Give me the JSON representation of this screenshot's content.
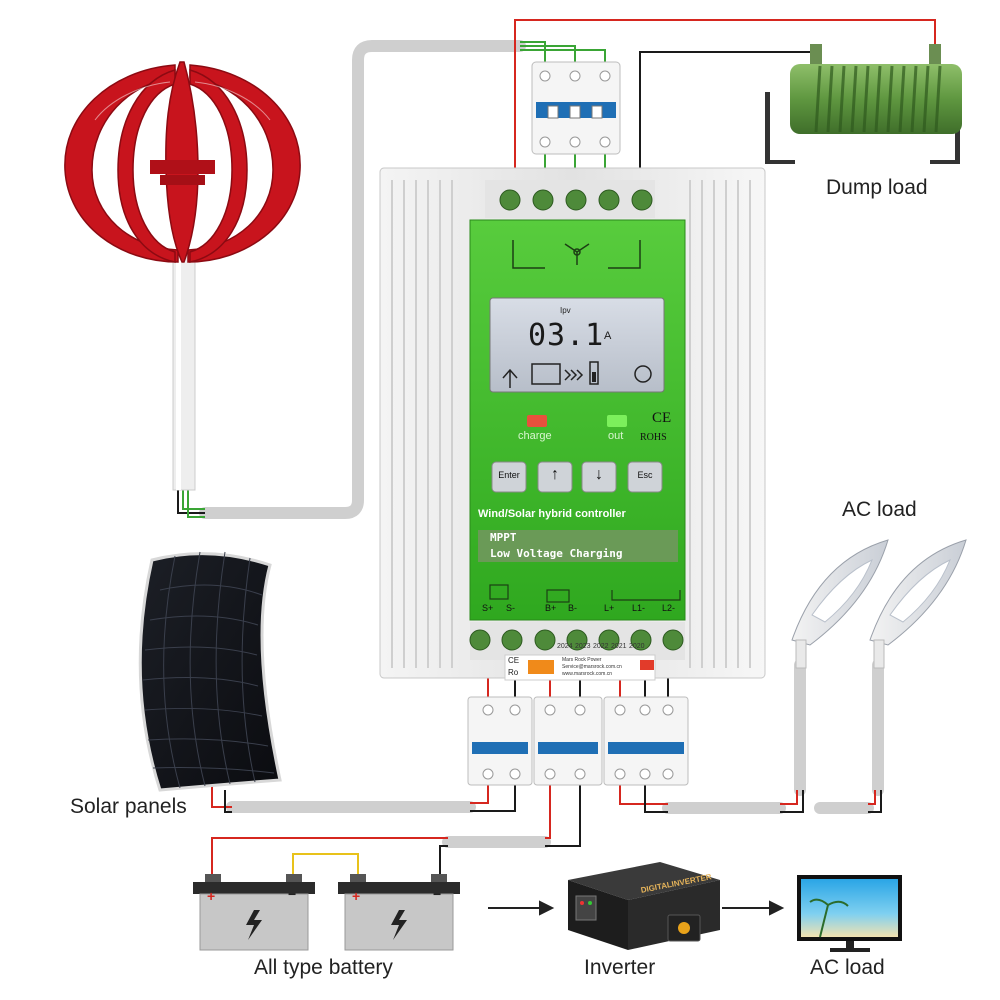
{
  "labels": {
    "dump_load": "Dump load",
    "ac_load_top": "AC load",
    "solar_panels": "Solar panels",
    "battery": "All type battery",
    "inverter": "Inverter",
    "ac_load_bottom": "AC load"
  },
  "controller": {
    "display_value": "03.1",
    "display_unit": "A",
    "display_sub": "Ipv",
    "led_charge": "charge",
    "led_out": "out",
    "ce": "CE",
    "rohs": "ROHS",
    "buttons": [
      "Enter",
      "↑",
      "↓",
      "Esc"
    ],
    "title": "Wind/Solar hybrid controller",
    "feature1": "MPPT",
    "feature2": "Low Voltage Charging",
    "terminals": [
      "S+",
      "S-",
      "B+",
      "B-",
      "L+",
      "L1-",
      "L2-"
    ],
    "years": [
      "2020",
      "2021",
      "2022",
      "2023",
      "2024"
    ],
    "maker_lines": [
      "Mars Rock Power",
      "Service@marsrock.com.cn",
      "www.marsrock.com.cn"
    ],
    "side_ce": "CE",
    "side_ro": "Ro"
  },
  "inverter": {
    "brand_text": "DIGITALINVERTER"
  },
  "battery": {
    "plus": "+",
    "minus": "−"
  },
  "colors": {
    "controller_green": "#3dbb2a",
    "wire_red": "#d6271f",
    "wire_black": "#1a1a1a",
    "turbine_red": "#c8141d",
    "cable_gray": "#cfcfcf"
  }
}
